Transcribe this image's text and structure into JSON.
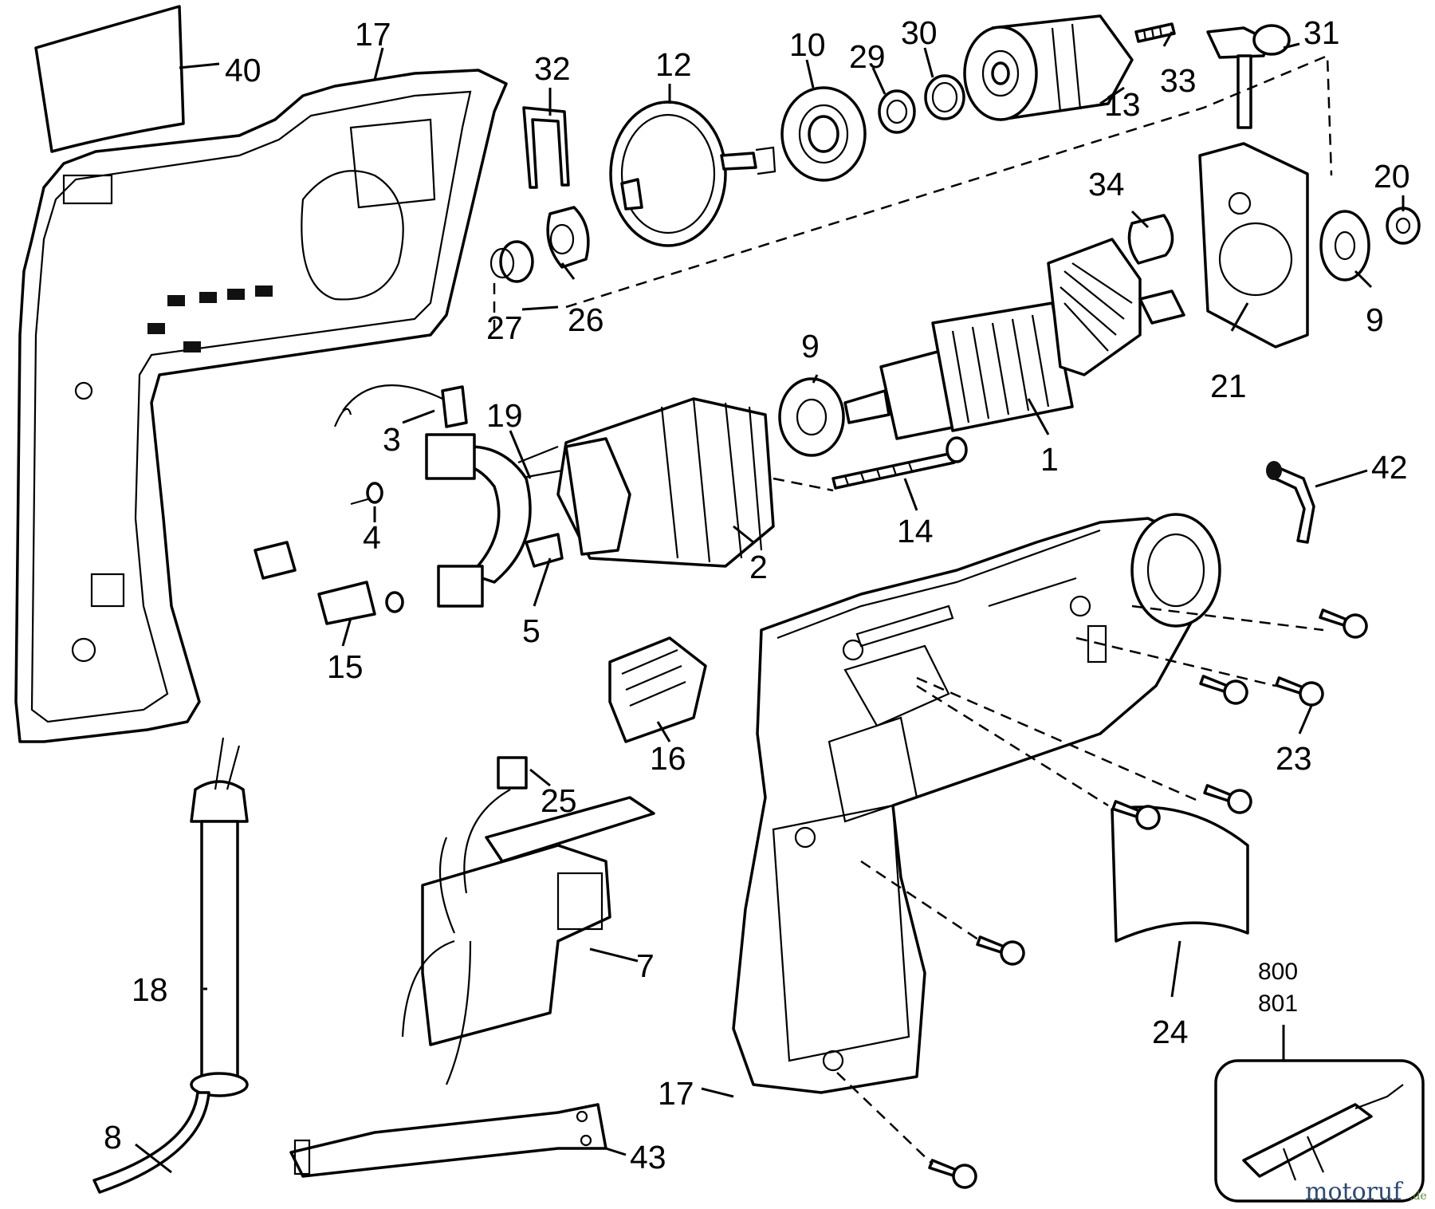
{
  "part_labels": [
    "40",
    "17",
    "32",
    "12",
    "10",
    "29",
    "30",
    "13",
    "33",
    "31",
    "20",
    "34",
    "9",
    "21",
    "27",
    "26",
    "3",
    "19",
    "4",
    "5",
    "2",
    "1",
    "14",
    "42",
    "15",
    "16",
    "25",
    "23",
    "7",
    "18",
    "24",
    "800",
    "801",
    "8",
    "43"
  ],
  "watermark": {
    "main": "motoruf",
    "suffix": ".de"
  }
}
